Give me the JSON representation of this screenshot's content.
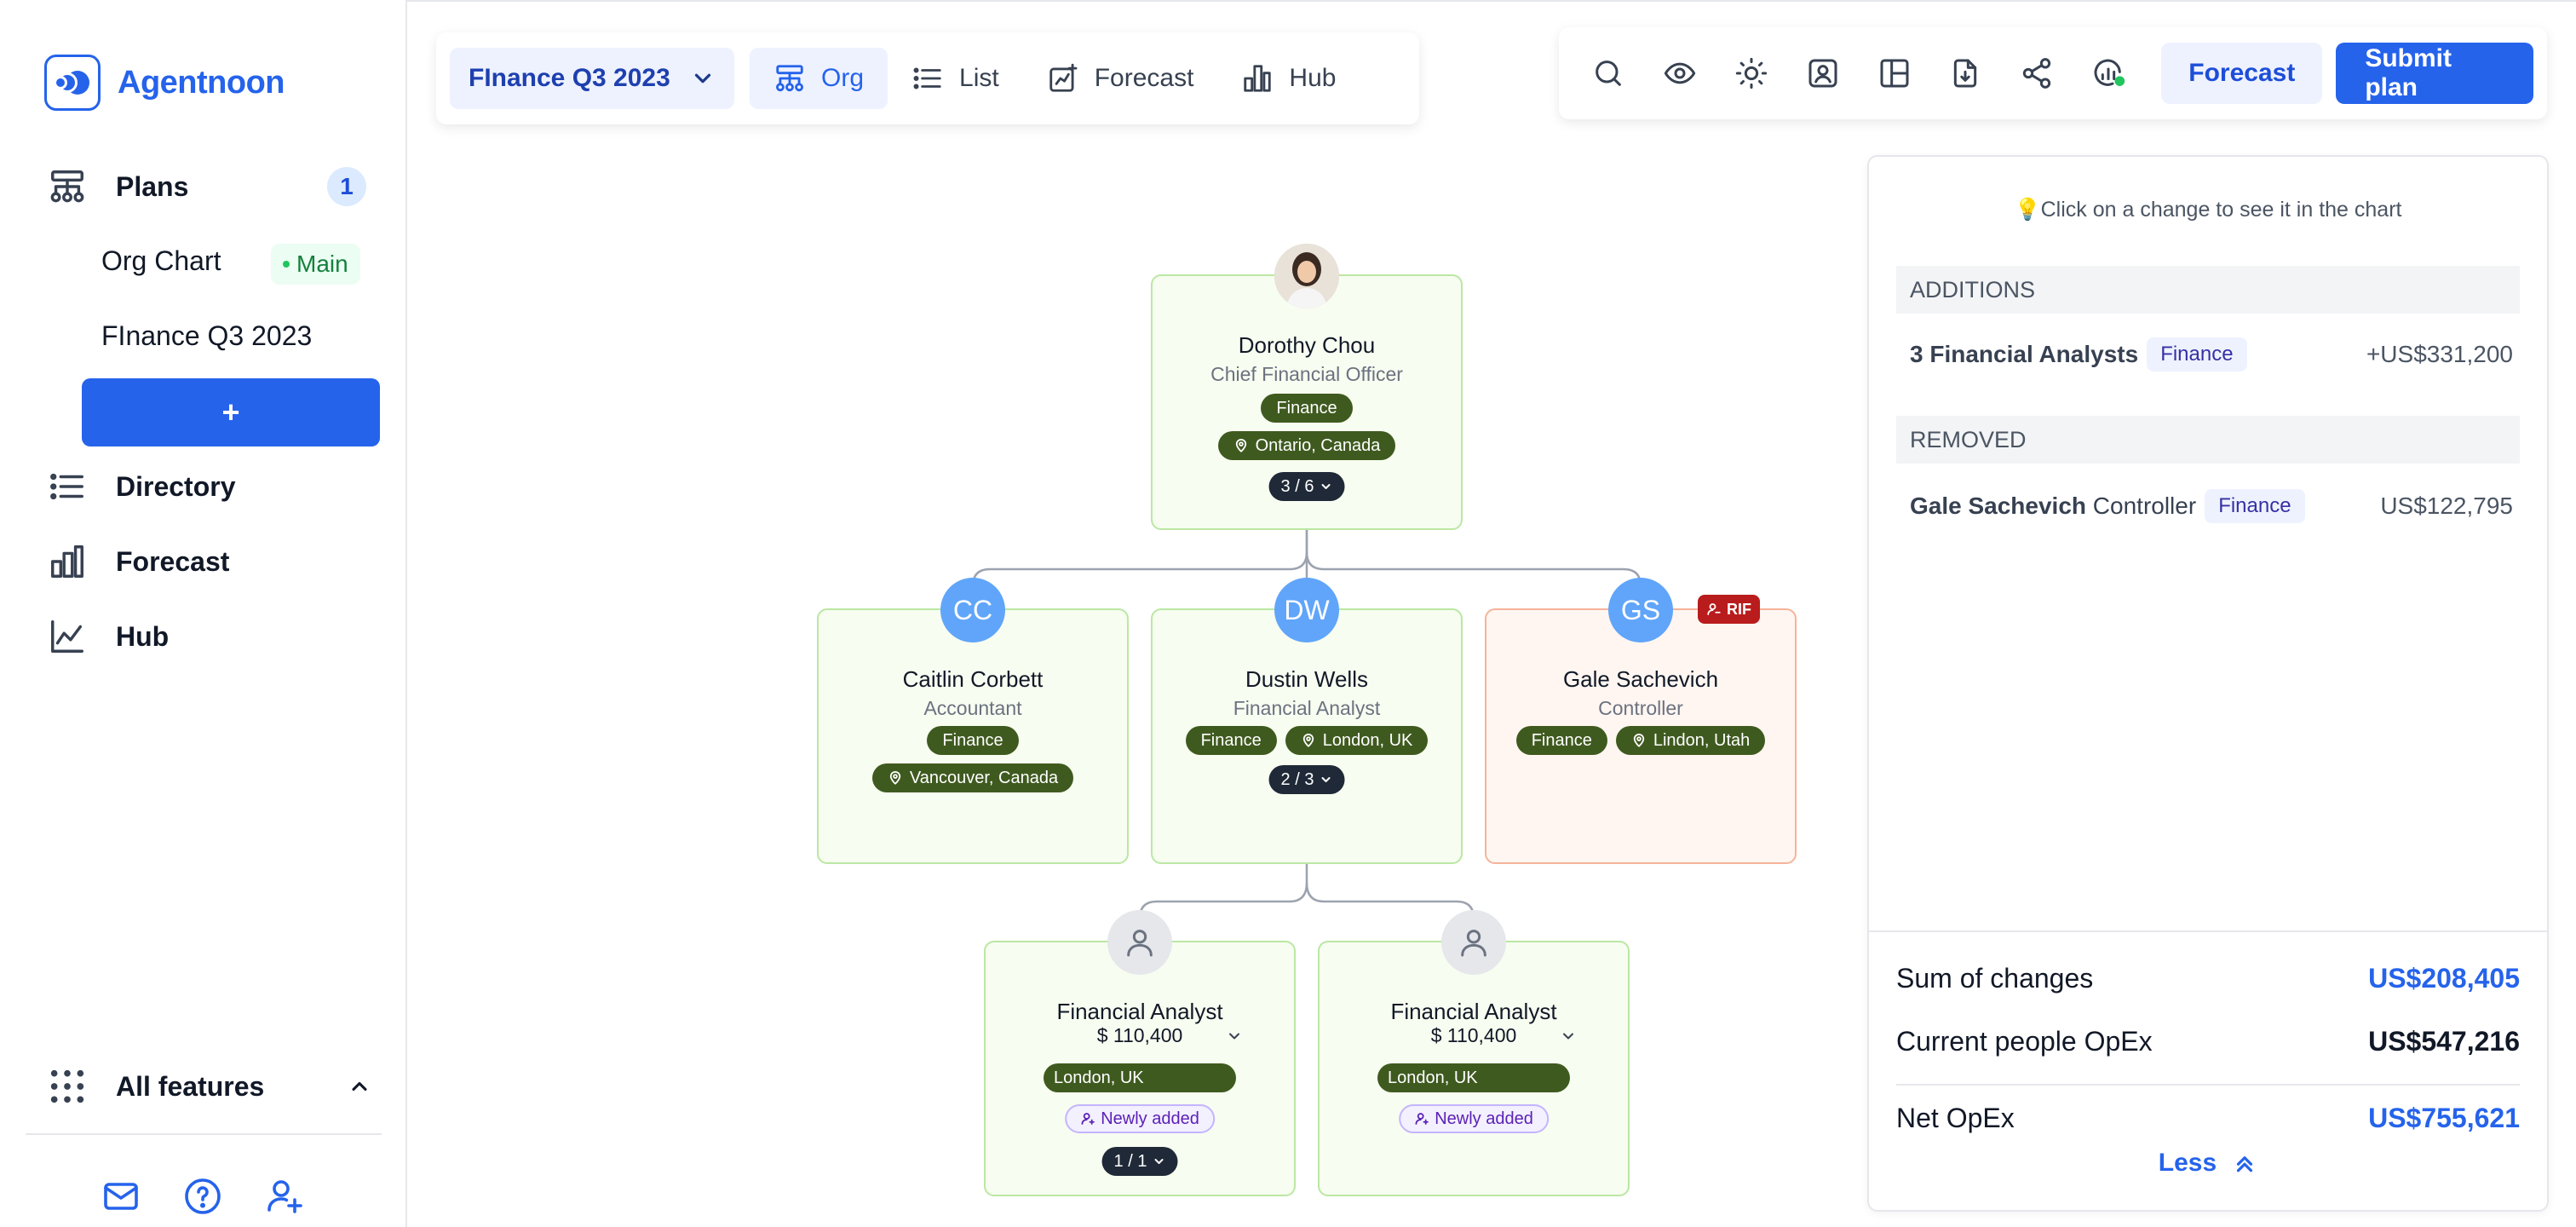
{
  "app": {
    "name": "Agentnoon"
  },
  "sidebar": {
    "plans_label": "Plans",
    "plans_count": "1",
    "sub_org": "Org Chart",
    "main_badge": "Main",
    "sub_finance": "FInance Q3 2023",
    "add_label": "+",
    "directory": "Directory",
    "forecast": "Forecast",
    "hub": "Hub",
    "all_features": "All features"
  },
  "viewbar": {
    "plan": "FInance Q3 2023",
    "tabs": [
      "Org",
      "List",
      "Forecast",
      "Hub"
    ]
  },
  "actions": {
    "icons": [
      "search-icon",
      "eye-icon",
      "sun-icon",
      "user-card-icon",
      "layout-icon",
      "download-file-icon",
      "share-icon",
      "chart-status-icon"
    ],
    "forecast": "Forecast",
    "submit": "Submit plan"
  },
  "org": {
    "root": {
      "name": "Dorothy Chou",
      "role": "Chief Financial Officer",
      "dept": "Finance",
      "location": "Ontario, Canada",
      "pager": "3 / 6"
    },
    "cc": {
      "initials": "CC",
      "name": "Caitlin Corbett",
      "role": "Accountant",
      "dept": "Finance",
      "location": "Vancouver, Canada"
    },
    "dw": {
      "initials": "DW",
      "name": "Dustin Wells",
      "role": "Financial Analyst",
      "dept": "Finance",
      "location": "London, UK",
      "pager": "2 / 3"
    },
    "gs": {
      "initials": "GS",
      "name": "Gale Sachevich",
      "role": "Controller",
      "dept": "Finance",
      "location": "Lindon, Utah",
      "rif": "RIF"
    },
    "fa1": {
      "name": "Financial Analyst",
      "salary": "$ 110,400",
      "location": "London, UK",
      "badge": "Newly added",
      "pager": "1 / 1"
    },
    "fa2": {
      "name": "Financial Analyst",
      "salary": "$ 110,400",
      "location": "London, UK",
      "badge": "Newly added"
    }
  },
  "changes": {
    "hint": "💡Click on a change to see it in the chart",
    "additions_header": "ADDITIONS",
    "addition": {
      "title": "3 Financial Analysts",
      "dept": "Finance",
      "amount": "+US$331,200"
    },
    "removed_header": "REMOVED",
    "removed": {
      "name": "Gale Sachevich",
      "role": " Controller",
      "dept": "Finance",
      "amount": "US$122,795"
    },
    "summary": {
      "sum_label": "Sum of changes",
      "sum_value": "US$208,405",
      "current_label": "Current people OpEx",
      "current_value": "US$547,216",
      "net_label": "Net OpEx",
      "net_value": "US$755,621"
    },
    "less": "Less"
  },
  "colors": {
    "accent": "#2563eb",
    "tag_green": "#3f5a1f",
    "rif_red": "#b91c1c"
  }
}
